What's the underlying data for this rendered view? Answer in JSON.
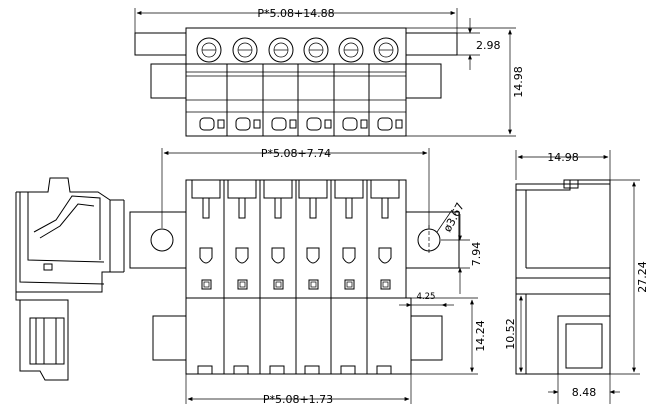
{
  "dimensions": {
    "top_width": "P*5.08+14.88",
    "flange_thickness": "2.98",
    "top_depth": "14.98",
    "hole_spacing": "P*5.08+7.74",
    "hole_diameter": "ø3.67",
    "hole_height": "7.94",
    "ear_width": "4.25",
    "header_height": "14.24",
    "header_width": "P*5.08+1.73",
    "side_width": "14.98",
    "total_height": "27.24",
    "socket_height": "10.52",
    "socket_width": "8.48"
  }
}
